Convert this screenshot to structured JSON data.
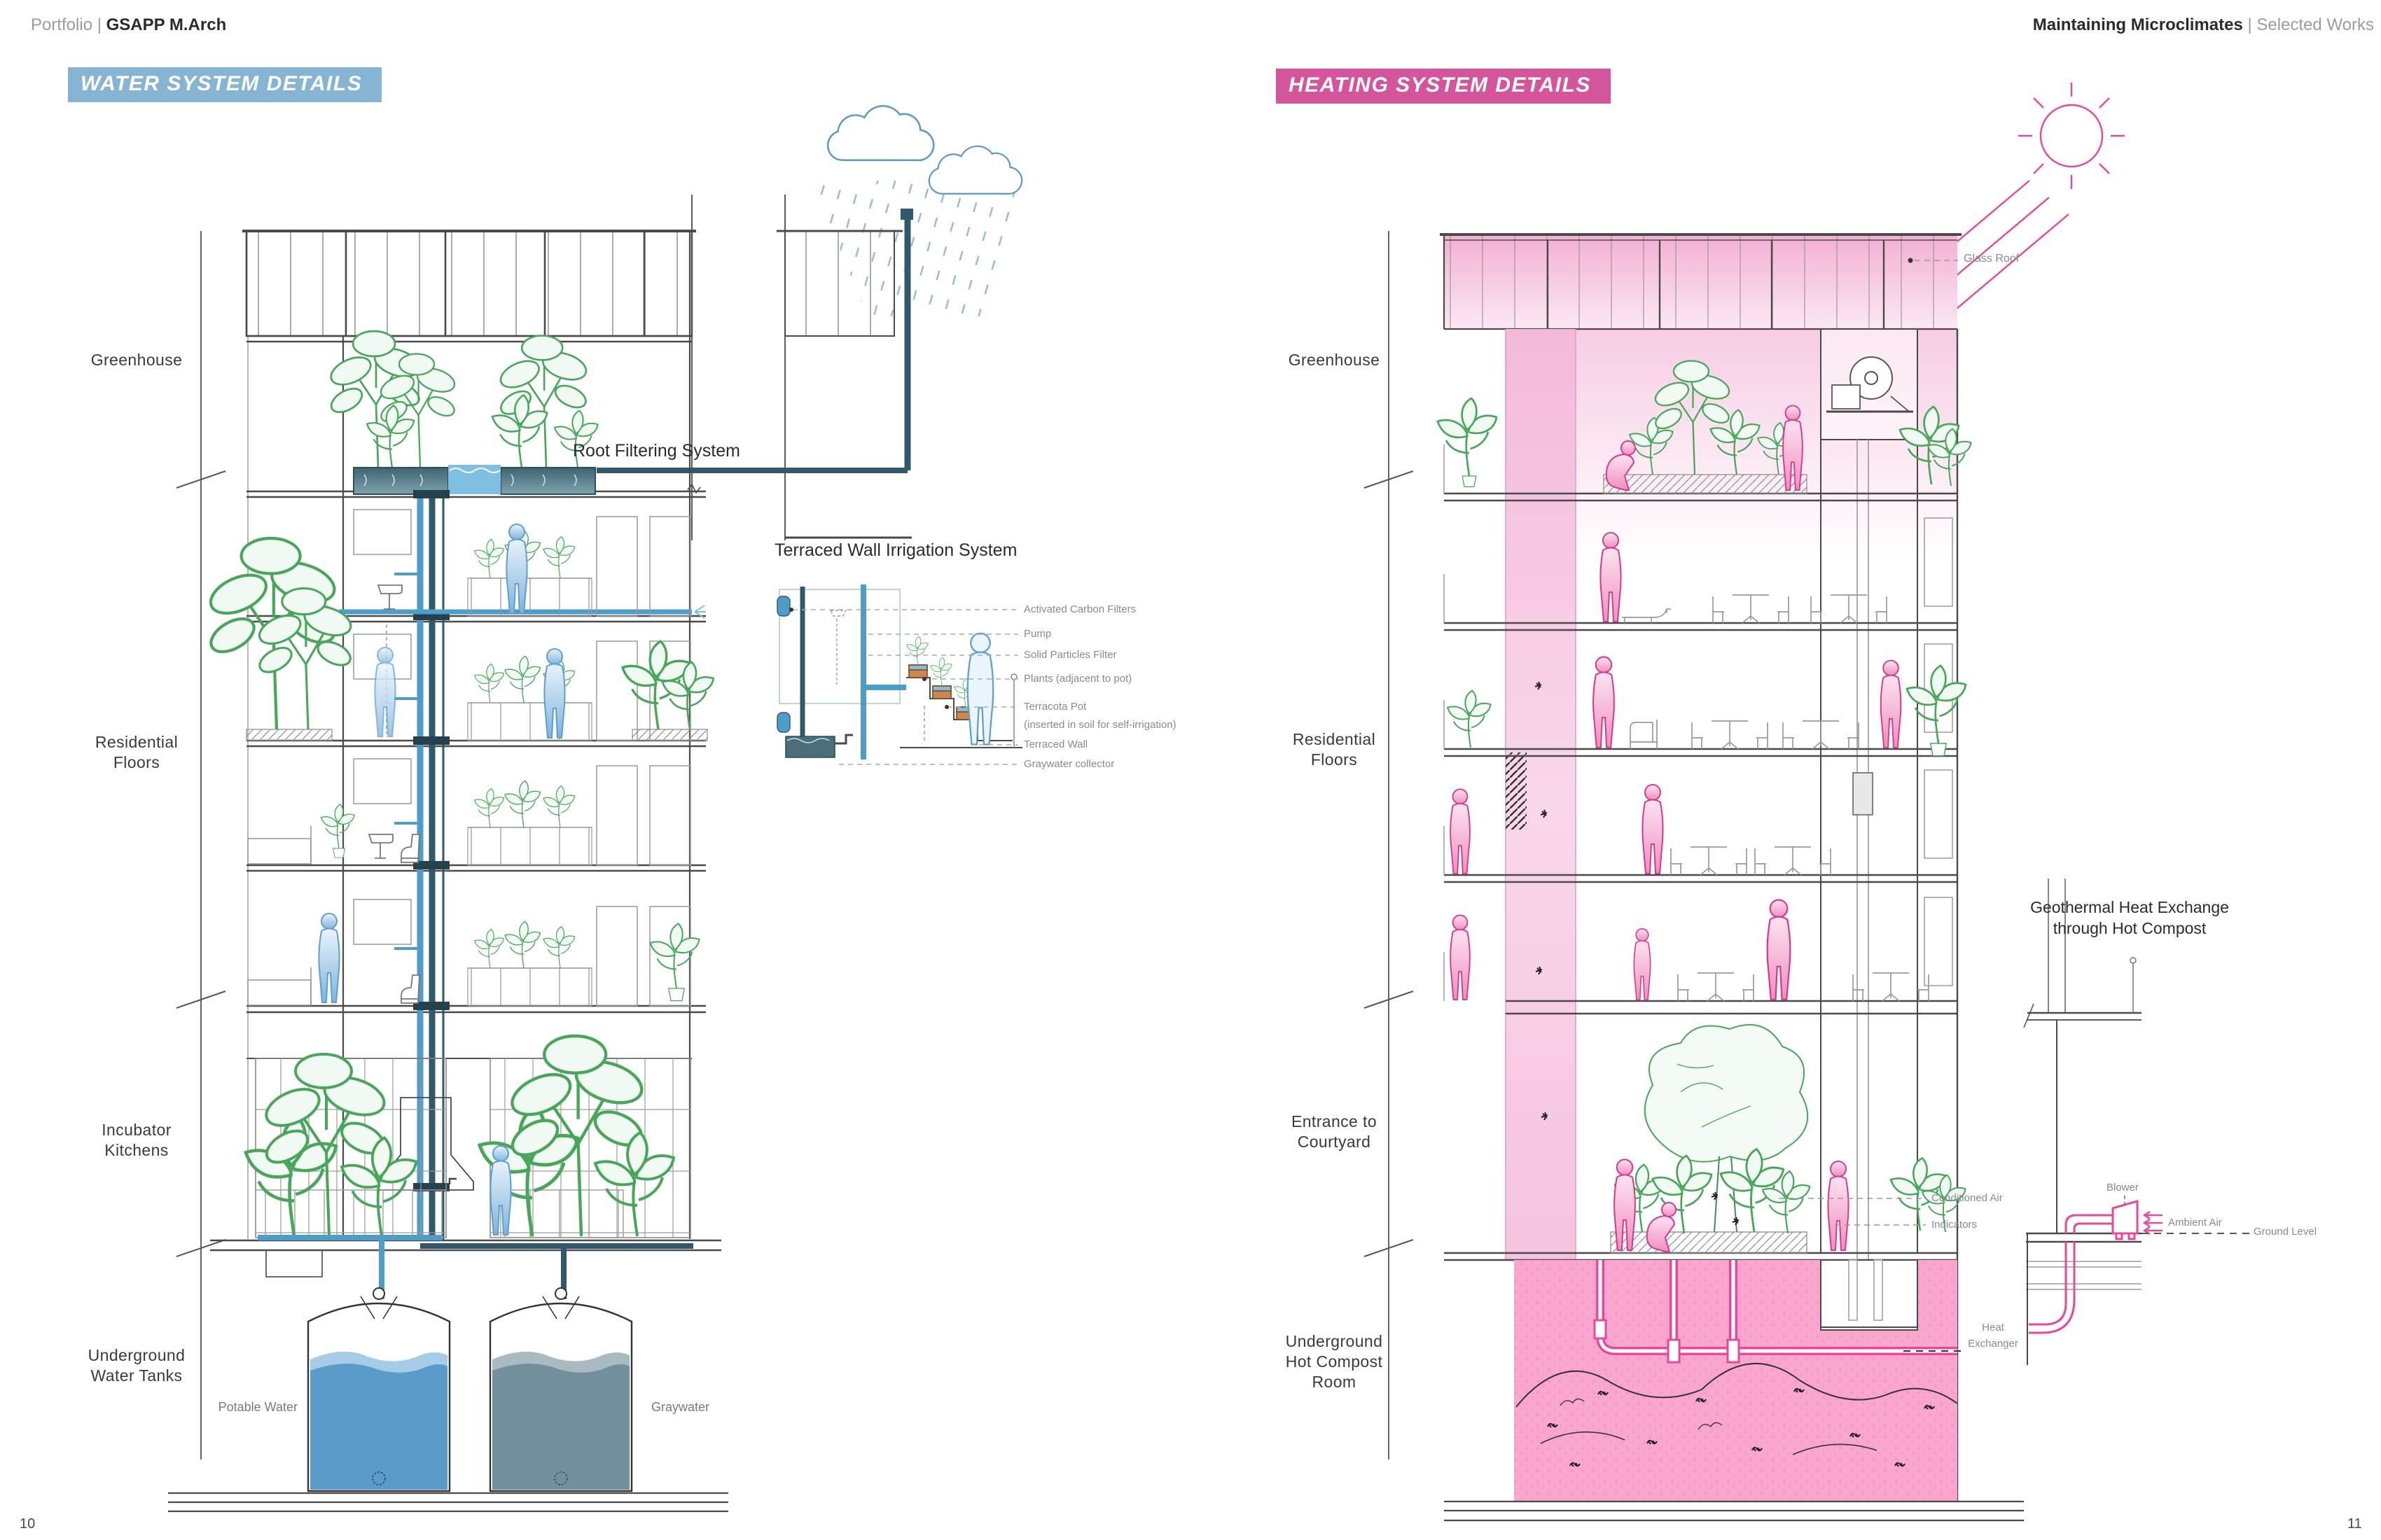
{
  "theme": {
    "water-accent": "#85B5D3",
    "heat-accent": "#D4559B",
    "pipe-blue": "#4E9CC8",
    "pipe-dark": "#31586B",
    "potable-blue": "#5B9BC9",
    "gray-water": "#72909B",
    "compost-pink": "#F9A6CF",
    "hot-pink": "#E8489B",
    "plant-green": "#46A758"
  },
  "header": {
    "left_prefix": "Portfolio |",
    "left_title": "GSAPP M.Arch",
    "right_title": "Maintaining Microclimates",
    "right_suffix": "| Selected Works"
  },
  "footer": {
    "page_left": "10",
    "page_right": "11"
  },
  "water_system": {
    "banner": "WATER SYSTEM DETAILS",
    "floor_labels": [
      "Greenhouse",
      "Residential\nFloors",
      "Incubator\nKitchens",
      "Underground\nWater Tanks"
    ],
    "annotations": {
      "root_filtering": "Root Filtering System",
      "terraced_title": "Terraced Wall Irrigation System",
      "legend": [
        "Activated Carbon Filters",
        "Pump",
        "Solid Particles Filter",
        "Plants  (adjacent to  pot)",
        "Terracota Pot",
        "(inserted in soil for self-irrigation)",
        "Terraced Wall",
        "Graywater collector"
      ],
      "tank_left": "Potable Water",
      "tank_right": "Graywater"
    }
  },
  "heating_system": {
    "banner": "HEATING SYSTEM DETAILS",
    "floor_labels": [
      "Greenhouse",
      "Residential\nFloors",
      "Entrance to\nCourtyard",
      "Underground\nHot Compost\nRoom"
    ],
    "annotations": {
      "glass_roof": "Glass Roof",
      "geothermal": "Geothermal Heat Exchange\nthrough Hot Compost",
      "conditioned_air": "Conditioned Air",
      "indicators": "Indicators",
      "blower": "Blower",
      "ambient_air": "Ambient Air",
      "ground_level": "Ground Level",
      "heat_exchanger": "Heat\nExchanger"
    }
  }
}
